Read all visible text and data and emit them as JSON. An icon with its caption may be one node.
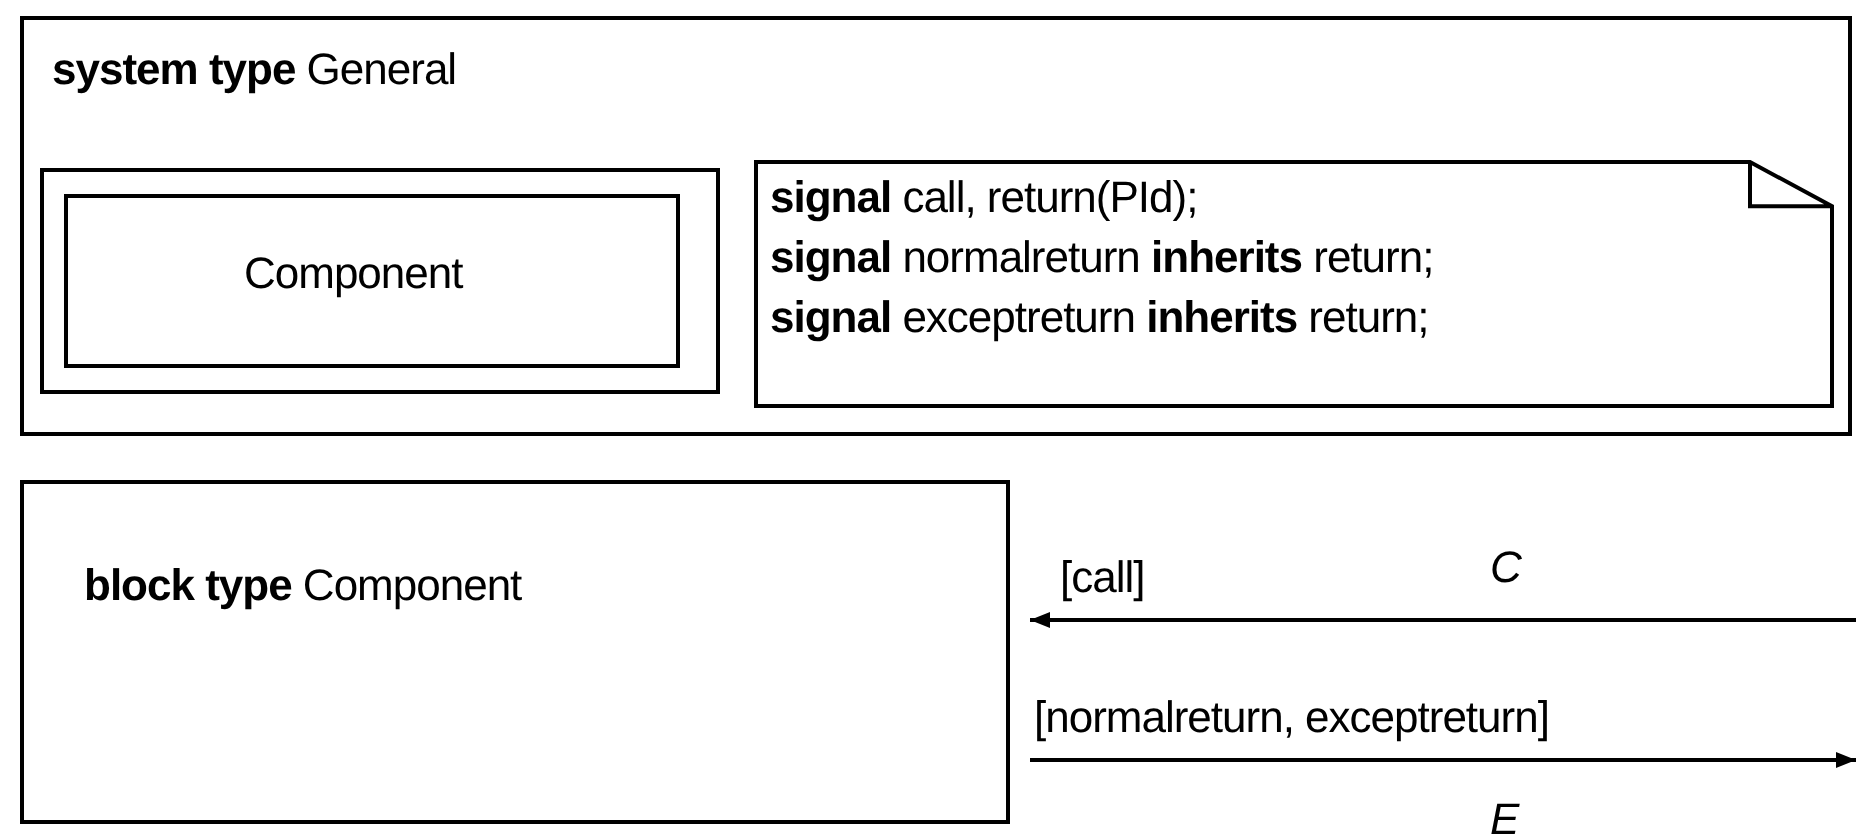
{
  "diagram": {
    "nodes": [
      {
        "text": [
          "**system type** General"
        ]
      },
      {
        "text": [
          "Component"
        ],
        "in": 0
      },
      {
        "text": [
          "**signal** call, return(PId);",
          "**signal** normalreturn **inherits** return;",
          "**signal** exceptreturn **inherits** return;"
        ],
        "in": 0
      },
      {
        "text": [
          "**block type** Component"
        ]
      }
    ],
    "edges": [
      {
        "from": null,
        "to": 3,
        "arrow": "to",
        "label": "[call]"
      },
      {
        "from": 3,
        "to": null,
        "arrow": "to",
        "label": "[normalreturn, exceptreturn]"
      }
    ],
    "labels": [
      "C",
      "E"
    ]
  }
}
